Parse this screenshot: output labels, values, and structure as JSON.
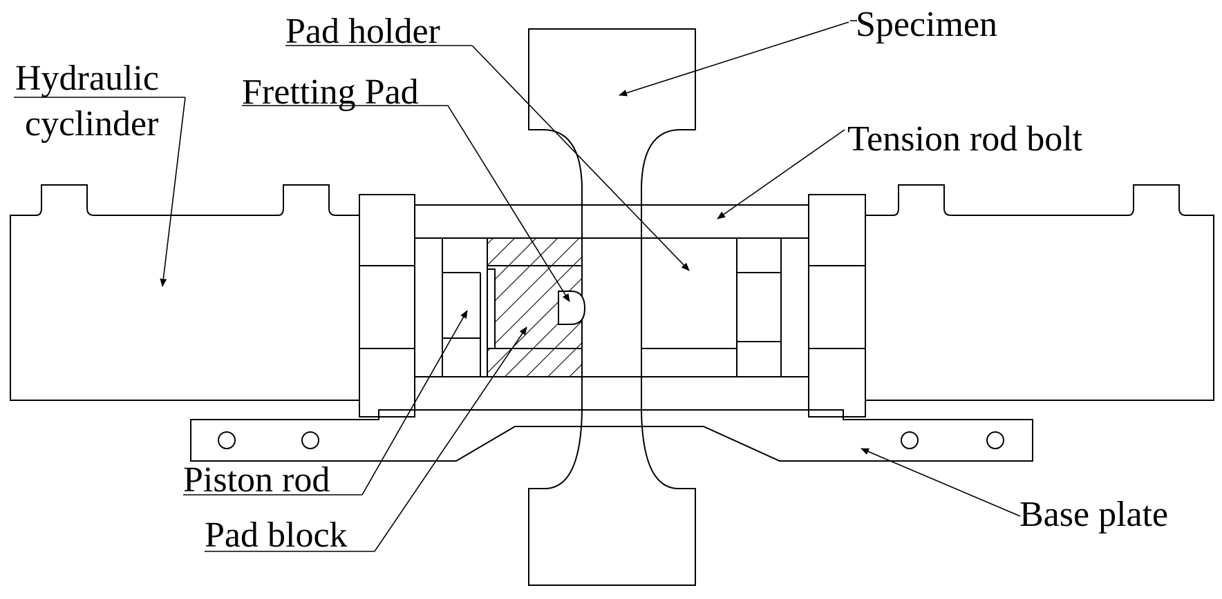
{
  "labels": {
    "specimen": "Specimen",
    "pad_holder": "Pad holder",
    "hydraulic_line1": "Hydraulic",
    "hydraulic_line2": "cyclinder",
    "fretting_pad": "Fretting Pad",
    "tension_rod_bolt": "Tension rod bolt",
    "piston_rod": "Piston rod",
    "pad_block": "Pad block",
    "base_plate": "Base plate"
  }
}
